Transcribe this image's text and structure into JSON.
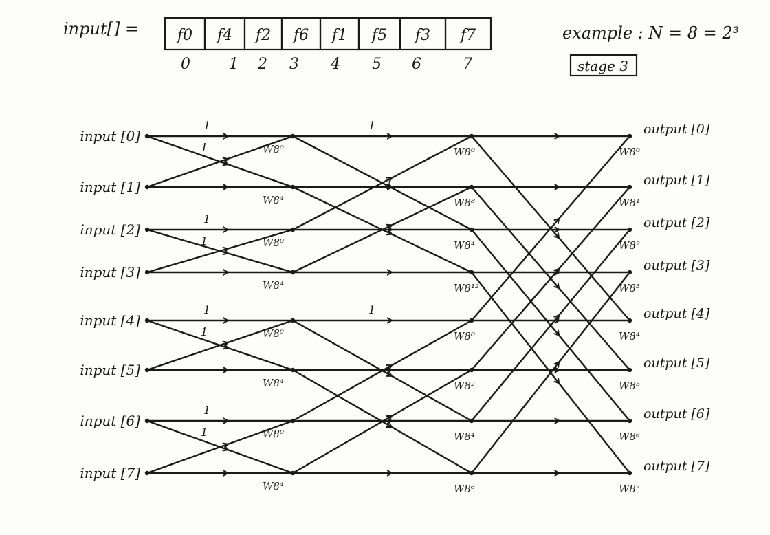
{
  "array": {
    "label": "input[] =",
    "cells": [
      "f0",
      "f4",
      "f2",
      "f6",
      "f1",
      "f5",
      "f3",
      "f7"
    ],
    "indices": [
      "0",
      "1",
      "2",
      "3",
      "4",
      "5",
      "6",
      "7"
    ]
  },
  "example": {
    "text": "example : N = 8 = 2³",
    "stage": "stage 3"
  },
  "inputs": [
    "input [0]",
    "input [1]",
    "input [2]",
    "input [3]",
    "input [4]",
    "input [5]",
    "input [6]",
    "input [7]"
  ],
  "outputs": [
    "output [0]",
    "output [1]",
    "output [2]",
    "output [3]",
    "output [4]",
    "output [5]",
    "output [6]",
    "output [7]"
  ],
  "stage1_twiddles": [
    "W8⁰",
    "W8⁴",
    "W8⁰",
    "W8⁴",
    "W8⁰",
    "W8⁴",
    "W8⁰",
    "W8⁴"
  ],
  "stage2_twiddles": [
    "W8⁰",
    "W8⁸",
    "W8⁴",
    "W8¹²",
    "W8⁰",
    "W8²",
    "W8⁴",
    "W8⁶"
  ],
  "stage3_twiddles": [
    "W8⁰",
    "W8¹",
    "W8²",
    "W8³",
    "W8⁴",
    "W8⁵",
    "W8⁶",
    "W8⁷"
  ],
  "unit_weight": "1"
}
